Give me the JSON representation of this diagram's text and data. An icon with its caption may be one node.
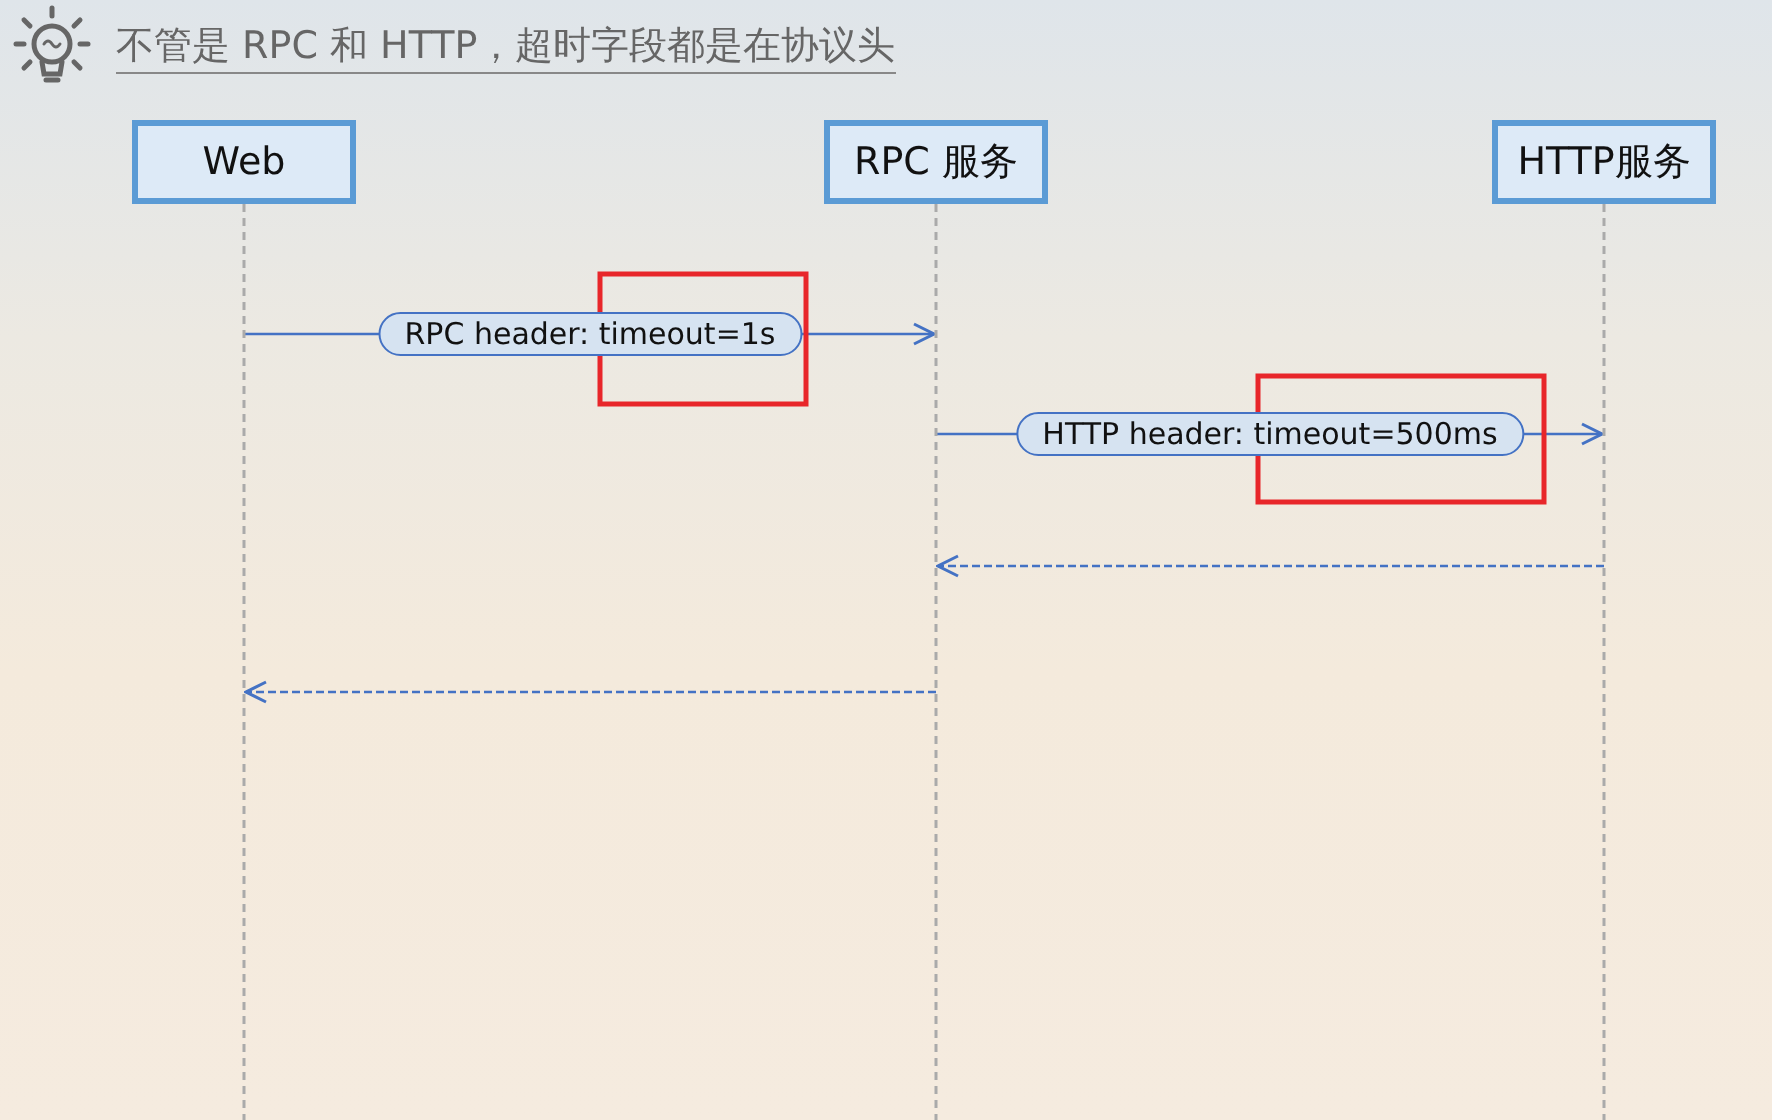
{
  "diagram": {
    "title": "不管是 RPC 和 HTTP，超时字段都是在协议头",
    "nodes": [
      {
        "text": [
          "Web"
        ]
      },
      {
        "text": [
          "RPC 服务"
        ]
      },
      {
        "text": [
          "HTTP服务"
        ]
      }
    ],
    "edges": [
      {
        "from": 0,
        "to": 1,
        "arrow": "to",
        "label": "RPC header: timeout=1s"
      },
      {
        "from": 1,
        "to": 2,
        "arrow": "to",
        "label": "HTTP header: timeout=500ms"
      },
      {
        "from": 2,
        "to": 1,
        "arrow": "to",
        "style": "dashed"
      },
      {
        "from": 1,
        "to": 0,
        "arrow": "to",
        "style": "dashed"
      }
    ]
  }
}
